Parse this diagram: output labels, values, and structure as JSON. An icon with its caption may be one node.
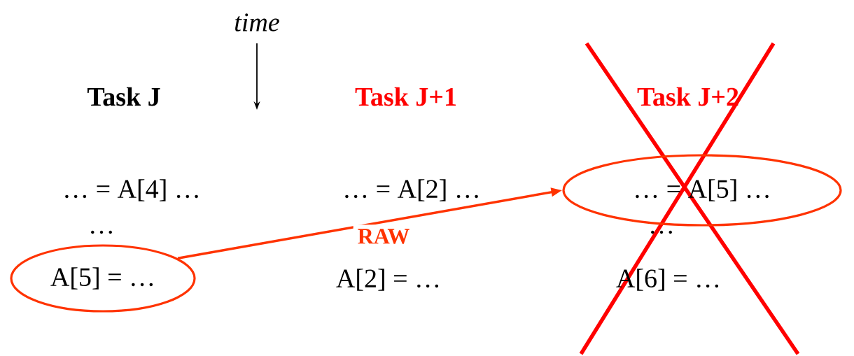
{
  "diagram": {
    "nodes": [
      {
        "text": [
          "A[5] = …"
        ]
      },
      {
        "text": [
          "… = A[5] …"
        ]
      }
    ],
    "edges": [
      {
        "from": 0,
        "to": 1,
        "arrow": "to",
        "label": "RAW"
      }
    ],
    "labels": [
      "time",
      "Task J",
      "Task J+1",
      "Task J+2",
      "… = A[4] …",
      "… = A[2] …",
      "…",
      "A[2] = …",
      "…",
      "A[6] = …"
    ]
  }
}
